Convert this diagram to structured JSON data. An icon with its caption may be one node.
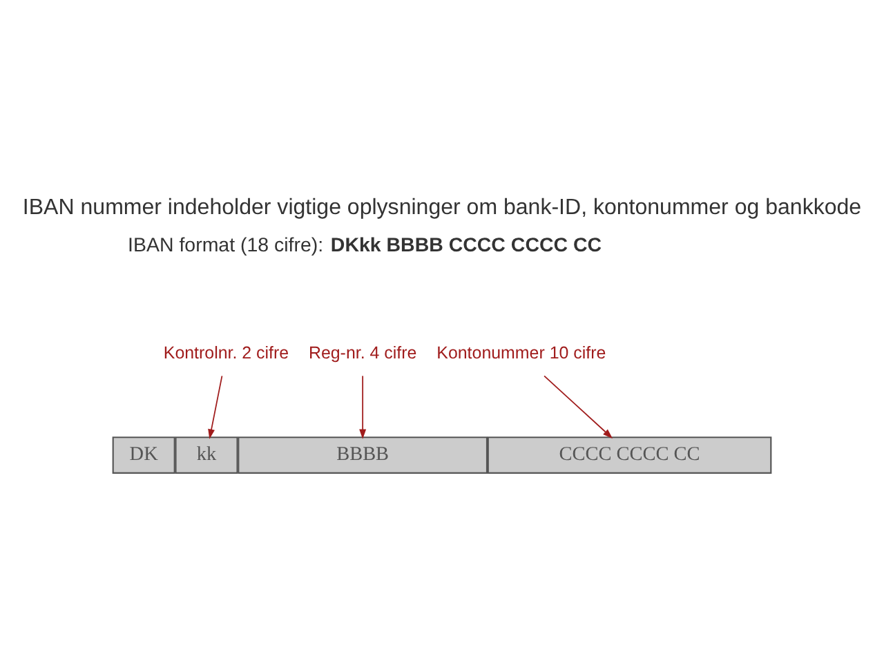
{
  "diagram": {
    "title": "IBAN nummer indeholder vigtige oplysninger om bank-ID, kontonummer og bankkode",
    "nodes": [
      {
        "text": [
          "Kontrolnr. 2 cifre"
        ]
      },
      {
        "text": [
          "Reg-nr. 4 cifre"
        ]
      },
      {
        "text": [
          "Kontonummer 10 cifre"
        ]
      },
      {
        "text": [
          "DK"
        ]
      },
      {
        "text": [
          "kk"
        ]
      },
      {
        "text": [
          "BBBB"
        ]
      },
      {
        "text": [
          "CCCC CCCC CC"
        ]
      }
    ],
    "edges": [
      {
        "from": 0,
        "to": 4,
        "arrow": "to"
      },
      {
        "from": 1,
        "to": 5,
        "arrow": "to"
      },
      {
        "from": 2,
        "to": 6,
        "arrow": "to"
      }
    ],
    "labels": [
      "IBAN format (18 cifre): **DKkk BBBB CCCC CCCC CC**"
    ]
  }
}
